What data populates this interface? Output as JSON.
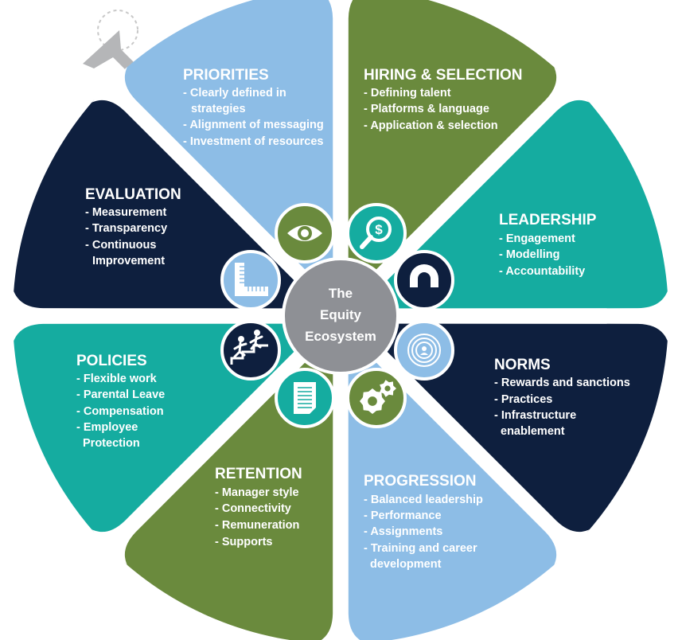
{
  "colors": {
    "olive": "#6a8a3d",
    "teal": "#15aca0",
    "navy": "#0e1f3e",
    "sky": "#8dbde6",
    "hub": "#8e9095"
  },
  "center": {
    "lines": [
      "The",
      "Equity",
      "Ecosystem"
    ]
  },
  "segments": [
    {
      "key": "priorities",
      "color": "olive",
      "title": "PRIORITIES",
      "items": [
        "- Clearly defined in",
        "strategies",
        "- Alignment of messaging",
        "- Investment of resources"
      ],
      "icon": "eye-icon"
    },
    {
      "key": "hiring",
      "color": "teal",
      "title": "HIRING & SELECTION",
      "items": [
        "- Defining talent",
        "- Platforms & language",
        "- Application & selection"
      ],
      "icon": "dollar-magnifier-icon"
    },
    {
      "key": "leadership",
      "color": "navy",
      "title": "LEADERSHIP",
      "items": [
        "- Engagement",
        "- Modelling",
        "- Accountability"
      ],
      "icon": "magnet-icon"
    },
    {
      "key": "norms",
      "color": "sky",
      "title": "NORMS",
      "items": [
        "- Rewards and sanctions",
        "- Practices",
        "- Infrastructure",
        "enablement"
      ],
      "icon": "target-person-icon"
    },
    {
      "key": "progression",
      "color": "olive",
      "title": "PROGRESSION",
      "items": [
        "- Balanced leadership",
        "- Performance",
        "- Assignments",
        "- Training and career",
        "development"
      ],
      "icon": "gears-icon"
    },
    {
      "key": "retention",
      "color": "teal",
      "title": "RETENTION",
      "items": [
        "- Manager style",
        "- Connectivity",
        "- Remuneration",
        "- Supports"
      ],
      "icon": "document-icon"
    },
    {
      "key": "policies",
      "color": "navy",
      "title": "POLICIES",
      "items": [
        "- Flexible work",
        "- Parental Leave",
        "- Compensation",
        "- Employee",
        "Protection"
      ],
      "icon": "climbing-stairs-icon"
    },
    {
      "key": "evaluation",
      "color": "sky",
      "title": "EVALUATION",
      "items": [
        "- Measurement",
        "- Transparency",
        "- Continuous",
        "Improvement"
      ],
      "icon": "ruler-icon"
    }
  ],
  "cursor_icon": "cursor-arrow-icon"
}
